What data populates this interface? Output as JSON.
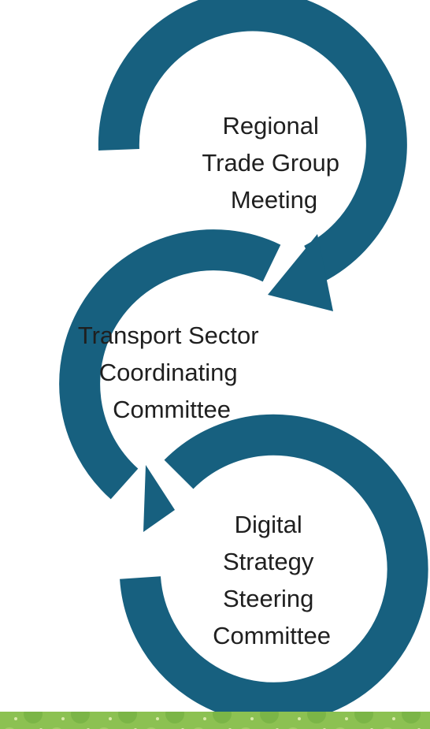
{
  "diagram": {
    "colors": {
      "arc": "#17607f",
      "text": "#1f1f1f",
      "band_dark": "#6fae3f",
      "band_light": "#a7cf63",
      "background": "#ffffff"
    },
    "nodes": [
      {
        "lines": [
          "Regional",
          "Trade Group",
          "Meeting"
        ]
      },
      {
        "lines": [
          "Transport Sector",
          "Coordinating",
          "Committee"
        ]
      },
      {
        "lines": [
          "Digital",
          "Strategy",
          "Steering",
          "Committee"
        ]
      }
    ]
  }
}
